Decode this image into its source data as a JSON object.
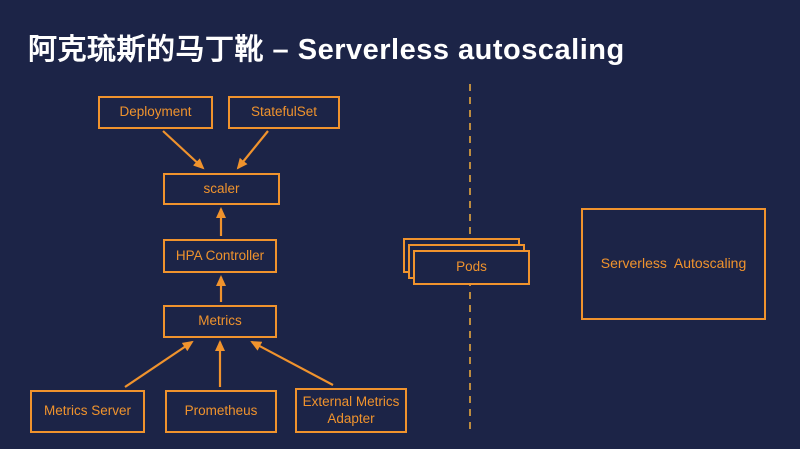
{
  "slide": {
    "title": "阿克琉斯的马丁靴 – Serverless autoscaling"
  },
  "colors": {
    "background": "#1c2447",
    "accent_orange": "#f0932d",
    "title_text": "#ffffff",
    "divider_gold": "#bd8c3f"
  },
  "diagram": {
    "nodes": {
      "deployment": "Deployment",
      "statefulset": "StatefulSet",
      "scaler": "scaler",
      "hpa_controller": "HPA Controller",
      "metrics": "Metrics",
      "metrics_server": "Metrics Server",
      "prometheus": "Prometheus",
      "external_metrics_adapter": "External Metrics Adapter",
      "pods": "Pods",
      "serverless_autoscaling": "Serverless  Autoscaling"
    },
    "edges": [
      {
        "from": "Deployment",
        "to": "scaler"
      },
      {
        "from": "StatefulSet",
        "to": "scaler"
      },
      {
        "from": "HPA Controller",
        "to": "scaler"
      },
      {
        "from": "Metrics",
        "to": "HPA Controller"
      },
      {
        "from": "Metrics Server",
        "to": "Metrics"
      },
      {
        "from": "Prometheus",
        "to": "Metrics"
      },
      {
        "from": "External Metrics Adapter",
        "to": "Metrics"
      }
    ]
  }
}
